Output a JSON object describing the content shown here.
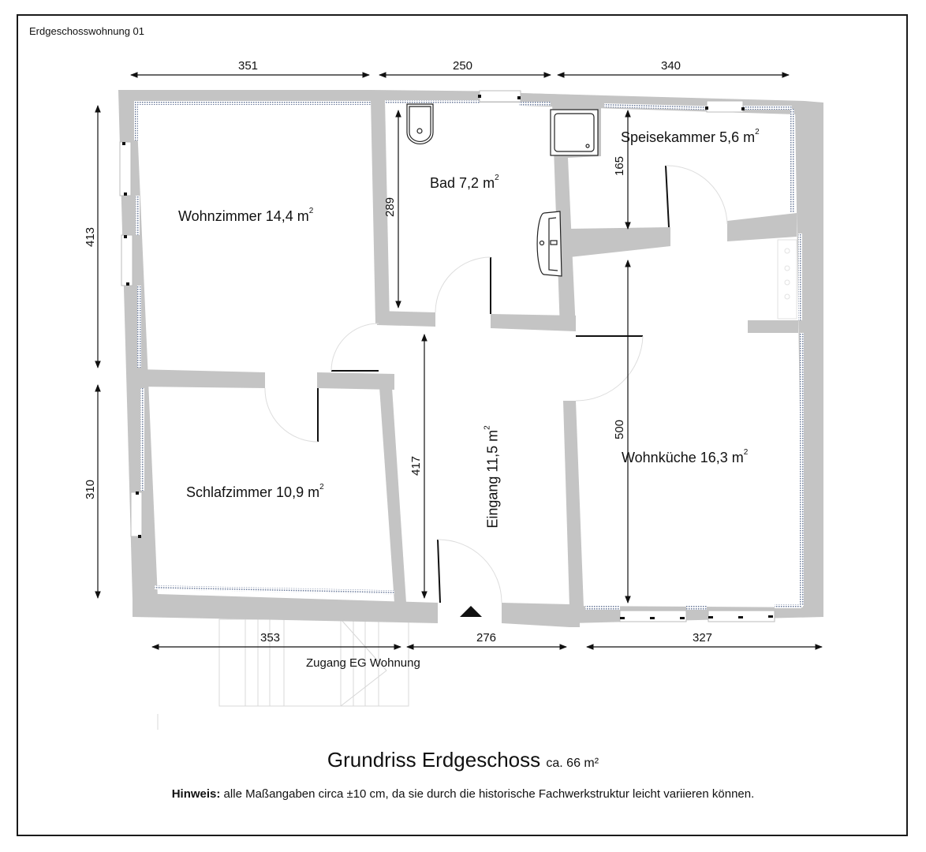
{
  "document": {
    "title": "Erdgeschosswohnung 01",
    "plan_title": "Grundriss Erdgeschoss",
    "plan_area": "ca. 66 m²",
    "note_label": "Hinweis:",
    "note_text": " alle Maßangaben circa ±10 cm, da sie durch die historische Fachwerkstruktur leicht variieren können.",
    "access_label": "Zugang EG Wohnung"
  },
  "rooms": [
    {
      "id": "wohnzimmer",
      "name": "Wohnzimmer",
      "area": "14,4 m",
      "unit_sup": "2"
    },
    {
      "id": "bad",
      "name": "Bad",
      "area": "7,2 m",
      "unit_sup": "2"
    },
    {
      "id": "speisekammer",
      "name": "Speisekammer",
      "area": "5,6 m",
      "unit_sup": "2"
    },
    {
      "id": "schlafzimmer",
      "name": "Schlafzimmer",
      "area": "10,9 m",
      "unit_sup": "2"
    },
    {
      "id": "eingang",
      "name": "Eingang",
      "area": "11,5 m",
      "unit_sup": "2"
    },
    {
      "id": "wohnkueche",
      "name": "Wohnküche",
      "area": "16,3 m",
      "unit_sup": "2"
    }
  ],
  "dimensions": {
    "top": [
      "351",
      "250",
      "340"
    ],
    "bottom": [
      "353",
      "276",
      "327"
    ],
    "left": [
      "413",
      "310"
    ],
    "inner": {
      "bad_height": "289",
      "speisekammer_height": "165",
      "eingang_height": "417",
      "wohnkueche_height": "500"
    }
  },
  "colors": {
    "wall": "#c4c4c4",
    "insulation": "#5a6b8c",
    "line": "#111111",
    "frame": "#1a1a1a"
  }
}
